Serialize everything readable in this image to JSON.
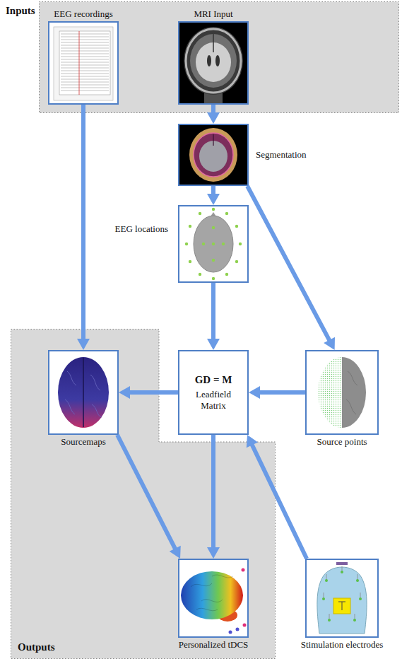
{
  "diagram": {
    "nodes": [
      {
        "text": [
          "Inputs"
        ]
      },
      {
        "text": [
          "EEG recordings"
        ],
        "in": 0
      },
      {
        "text": [
          "MRI Input"
        ],
        "in": 0
      },
      {
        "text": [
          "Segmentation"
        ]
      },
      {
        "text": [
          "EEG locations"
        ]
      },
      {
        "text": [
          "Outputs"
        ]
      },
      {
        "text": [
          "Sourcemaps"
        ],
        "in": 5
      },
      {
        "text": [
          "GD = M",
          "Leadfield Matrix"
        ]
      },
      {
        "text": [
          "Source points"
        ]
      },
      {
        "text": [
          "Personalized tDCS"
        ],
        "in": 5
      },
      {
        "text": [
          "Stimulation electrodes"
        ]
      }
    ],
    "edges": [
      {
        "from": 1,
        "to": 6,
        "arrow": "to"
      },
      {
        "from": 2,
        "to": 3,
        "arrow": "to"
      },
      {
        "from": 3,
        "to": 4,
        "arrow": "to"
      },
      {
        "from": 3,
        "to": 8,
        "arrow": "to"
      },
      {
        "from": 4,
        "to": 7,
        "arrow": "to"
      },
      {
        "from": 8,
        "to": 7,
        "arrow": "to"
      },
      {
        "from": 7,
        "to": 6,
        "arrow": "to"
      },
      {
        "from": 7,
        "to": 9,
        "arrow": "to"
      },
      {
        "from": 6,
        "to": 9,
        "arrow": "to"
      },
      {
        "from": 10,
        "to": 7,
        "arrow": "to"
      }
    ]
  }
}
